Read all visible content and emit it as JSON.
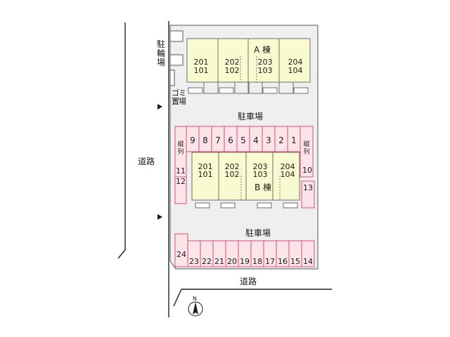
{
  "colors": {
    "background": "#ffffff",
    "lot": "#efefef",
    "lot_border": "#555555",
    "building_fill": "#fafad0",
    "building_border": "#6e6e6e",
    "parking_fill": "#fce4ea",
    "parking_border": "#d7506f",
    "road_line": "#222222"
  },
  "labels": {
    "bicycle_parking": [
      "駐",
      "輪",
      "場"
    ],
    "garbage_area": [
      "ゴ",
      "ミ",
      "置",
      "場"
    ],
    "parking_top": "駐車場",
    "parking_bottom": "駐車場",
    "road_left": "道路",
    "road_bottom": "道路",
    "vertical_left": [
      "縦",
      "列"
    ],
    "vertical_right": [
      "縦",
      "列"
    ],
    "north": "N"
  },
  "buildings": [
    {
      "name": "A 棟",
      "units": [
        {
          "upper": "201",
          "lower": "101"
        },
        {
          "upper": "202",
          "lower": "102"
        },
        {
          "upper": "203",
          "lower": "103"
        },
        {
          "upper": "204",
          "lower": "104"
        }
      ]
    },
    {
      "name": "B 棟",
      "units": [
        {
          "upper": "201",
          "lower": "101"
        },
        {
          "upper": "202",
          "lower": "102"
        },
        {
          "upper": "203",
          "lower": "103"
        },
        {
          "upper": "204",
          "lower": "104"
        }
      ]
    }
  ],
  "parking": {
    "top_row": [
      "9",
      "8",
      "7",
      "6",
      "5",
      "4",
      "3",
      "2",
      "1"
    ],
    "left_column": [
      "11",
      "12"
    ],
    "right_column": [
      "10",
      "13"
    ],
    "corner": "24",
    "bottom_row": [
      "23",
      "22",
      "21",
      "20",
      "19",
      "18",
      "17",
      "16",
      "15",
      "14"
    ]
  }
}
